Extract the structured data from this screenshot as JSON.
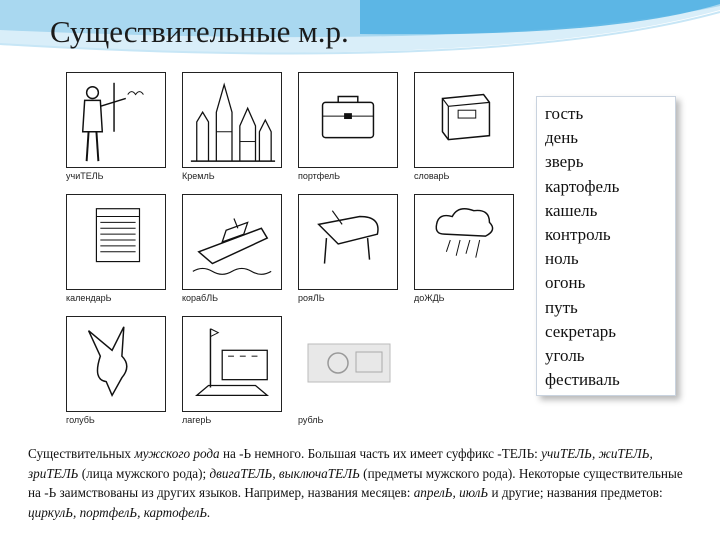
{
  "slide": {
    "title": "Существительные м.р."
  },
  "pictures": [
    {
      "caption": "учиТЕЛЬ",
      "icon": "teacher-icon"
    },
    {
      "caption": "КремлЬ",
      "icon": "kremlin-icon"
    },
    {
      "caption": "портфелЬ",
      "icon": "briefcase-icon"
    },
    {
      "caption": "словарЬ",
      "icon": "dictionary-icon"
    },
    {
      "caption": "календарЬ",
      "icon": "calendar-icon"
    },
    {
      "caption": "корабЛЬ",
      "icon": "ship-icon"
    },
    {
      "caption": "рояЛЬ",
      "icon": "piano-icon"
    },
    {
      "caption": "доЖДЬ",
      "icon": "rain-icon"
    },
    {
      "caption": "голубЬ",
      "icon": "dove-icon"
    },
    {
      "caption": "лагерЬ",
      "icon": "camp-icon"
    },
    {
      "caption": "рублЬ",
      "icon": "ruble-icon"
    }
  ],
  "words": [
    "гость",
    "день",
    "зверь",
    "картофель",
    "кашель",
    "контроль",
    "ноль",
    "огонь",
    "путь",
    "секретарь",
    "уголь",
    "фестиваль"
  ],
  "rule_text": {
    "p1": "Существительных",
    "p2": "мужского рода",
    "p3": "на -Ь немного. Большая часть их имеет суффикс -ТЕЛЬ:",
    "p4": "учиТЕЛЬ, жиТЕЛЬ, зриТЕЛЬ",
    "p5": "(лица мужского рода);",
    "p6": "двигаТЕЛЬ, выключаТЕЛЬ",
    "p7": "(предметы мужского рода).",
    "p8": "Некоторые существительные на -Ь заимствованы из других языков. Например, названия месяцев:",
    "p9": "апрелЬ, июлЬ",
    "p10": "и другие; названия предметов:",
    "p11": "циркулЬ, портфелЬ, картофелЬ."
  },
  "colors": {
    "wave_light": "#d9eef9",
    "wave_mid": "#a9d8f0",
    "wave_dark": "#4fb0e3"
  }
}
